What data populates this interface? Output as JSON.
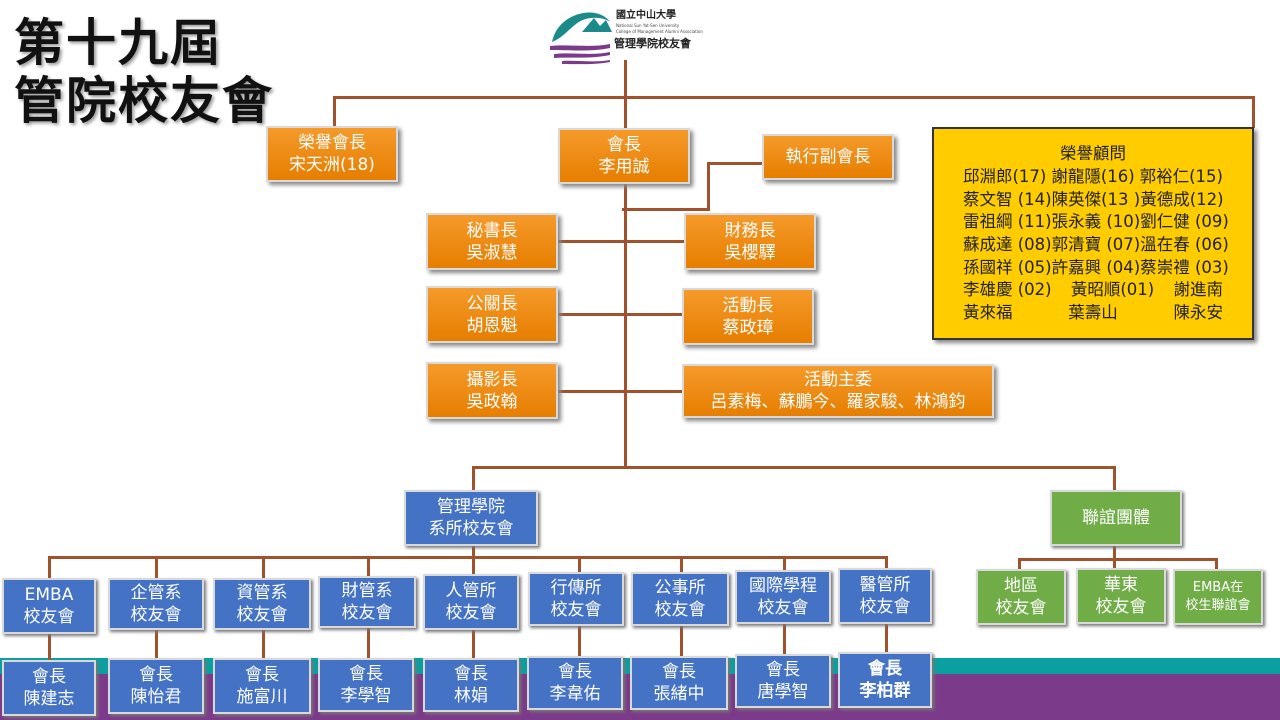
{
  "title": {
    "line1": "第十九屆",
    "line2": "管院校友會"
  },
  "logo": {
    "university": "國立中山大學",
    "english_line1": "National Sun Yat-Sen University",
    "english_line2": "College of Management Alumni Association",
    "association": "管理學院校友會"
  },
  "top": {
    "honorary_president": {
      "title": "榮譽會長",
      "name": "宋天洲(18)"
    },
    "president": {
      "title": "會長",
      "name": "李用誠"
    },
    "executive_vp": {
      "title": "執行副會長"
    }
  },
  "advisors": {
    "title": "榮譽顧問",
    "rows": [
      [
        "邱淵郎(17)",
        "謝龍隱(16)",
        "郭裕仁(15)"
      ],
      [
        "蔡文智 (14)",
        "陳英傑(13 )",
        "黃德成(12)"
      ],
      [
        "雷祖綱 (11)",
        "張永義 (10)",
        "劉仁健 (09)"
      ],
      [
        "蘇成達 (08)",
        "郭清寶 (07)",
        "溫在春 (06)"
      ],
      [
        "孫國祥 (05)",
        "許嘉興 (04)",
        "蔡崇禮 (03)"
      ],
      [
        "李雄慶 (02)",
        "黃昭順(01)",
        "謝進南"
      ],
      [
        "黃來福",
        "葉壽山",
        "陳永安"
      ]
    ]
  },
  "officers": {
    "secretary": {
      "title": "秘書長",
      "name": "吳淑慧"
    },
    "treasurer": {
      "title": "財務長",
      "name": "吳櫻驛"
    },
    "pr": {
      "title": "公關長",
      "name": "胡恩魁"
    },
    "activities": {
      "title": "活動長",
      "name": "蔡政璋"
    },
    "photography": {
      "title": "攝影長",
      "name": "吳政翰"
    },
    "committee": {
      "title": "活動主委",
      "names": "呂素梅、蘇鵬今、羅家駿、林鴻鈞"
    }
  },
  "branches": {
    "college": {
      "line1": "管理學院",
      "line2": "系所校友會"
    },
    "fellowship": {
      "label": "聯誼團體"
    }
  },
  "departments": [
    {
      "line1": "EMBA",
      "line2": "校友會",
      "head_title": "會長",
      "head_name": "陳建志"
    },
    {
      "line1": "企管系",
      "line2": "校友會",
      "head_title": "會長",
      "head_name": "陳怡君"
    },
    {
      "line1": "資管系",
      "line2": "校友會",
      "head_title": "會長",
      "head_name": "施富川"
    },
    {
      "line1": "財管系",
      "line2": "校友會",
      "head_title": "會長",
      "head_name": "李學智"
    },
    {
      "line1": "人管所",
      "line2": "校友會",
      "head_title": "會長",
      "head_name": "林娟"
    },
    {
      "line1": "行傳所",
      "line2": "校友會",
      "head_title": "會長",
      "head_name": "李韋佑"
    },
    {
      "line1": "公事所",
      "line2": "校友會",
      "head_title": "會長",
      "head_name": "張緒中"
    },
    {
      "line1": "國際學程",
      "line2": "校友會",
      "head_title": "會長",
      "head_name": "唐學智"
    },
    {
      "line1": "醫管所",
      "line2": "校友會",
      "head_title": "會長",
      "head_name": "李柏群"
    }
  ],
  "groups": [
    {
      "line1": "地區",
      "line2": "校友會"
    },
    {
      "line1": "華東",
      "line2": "校友會"
    },
    {
      "line1": "EMBA在",
      "line2": "校生聯誼會"
    }
  ],
  "colors": {
    "orange": "#f08c00",
    "blue": "#4472c4",
    "green": "#70ad47",
    "yellow": "#ffcc00",
    "connector": "#a0522d",
    "teal": "#0aa0a0",
    "purple": "#7c3a8a"
  }
}
